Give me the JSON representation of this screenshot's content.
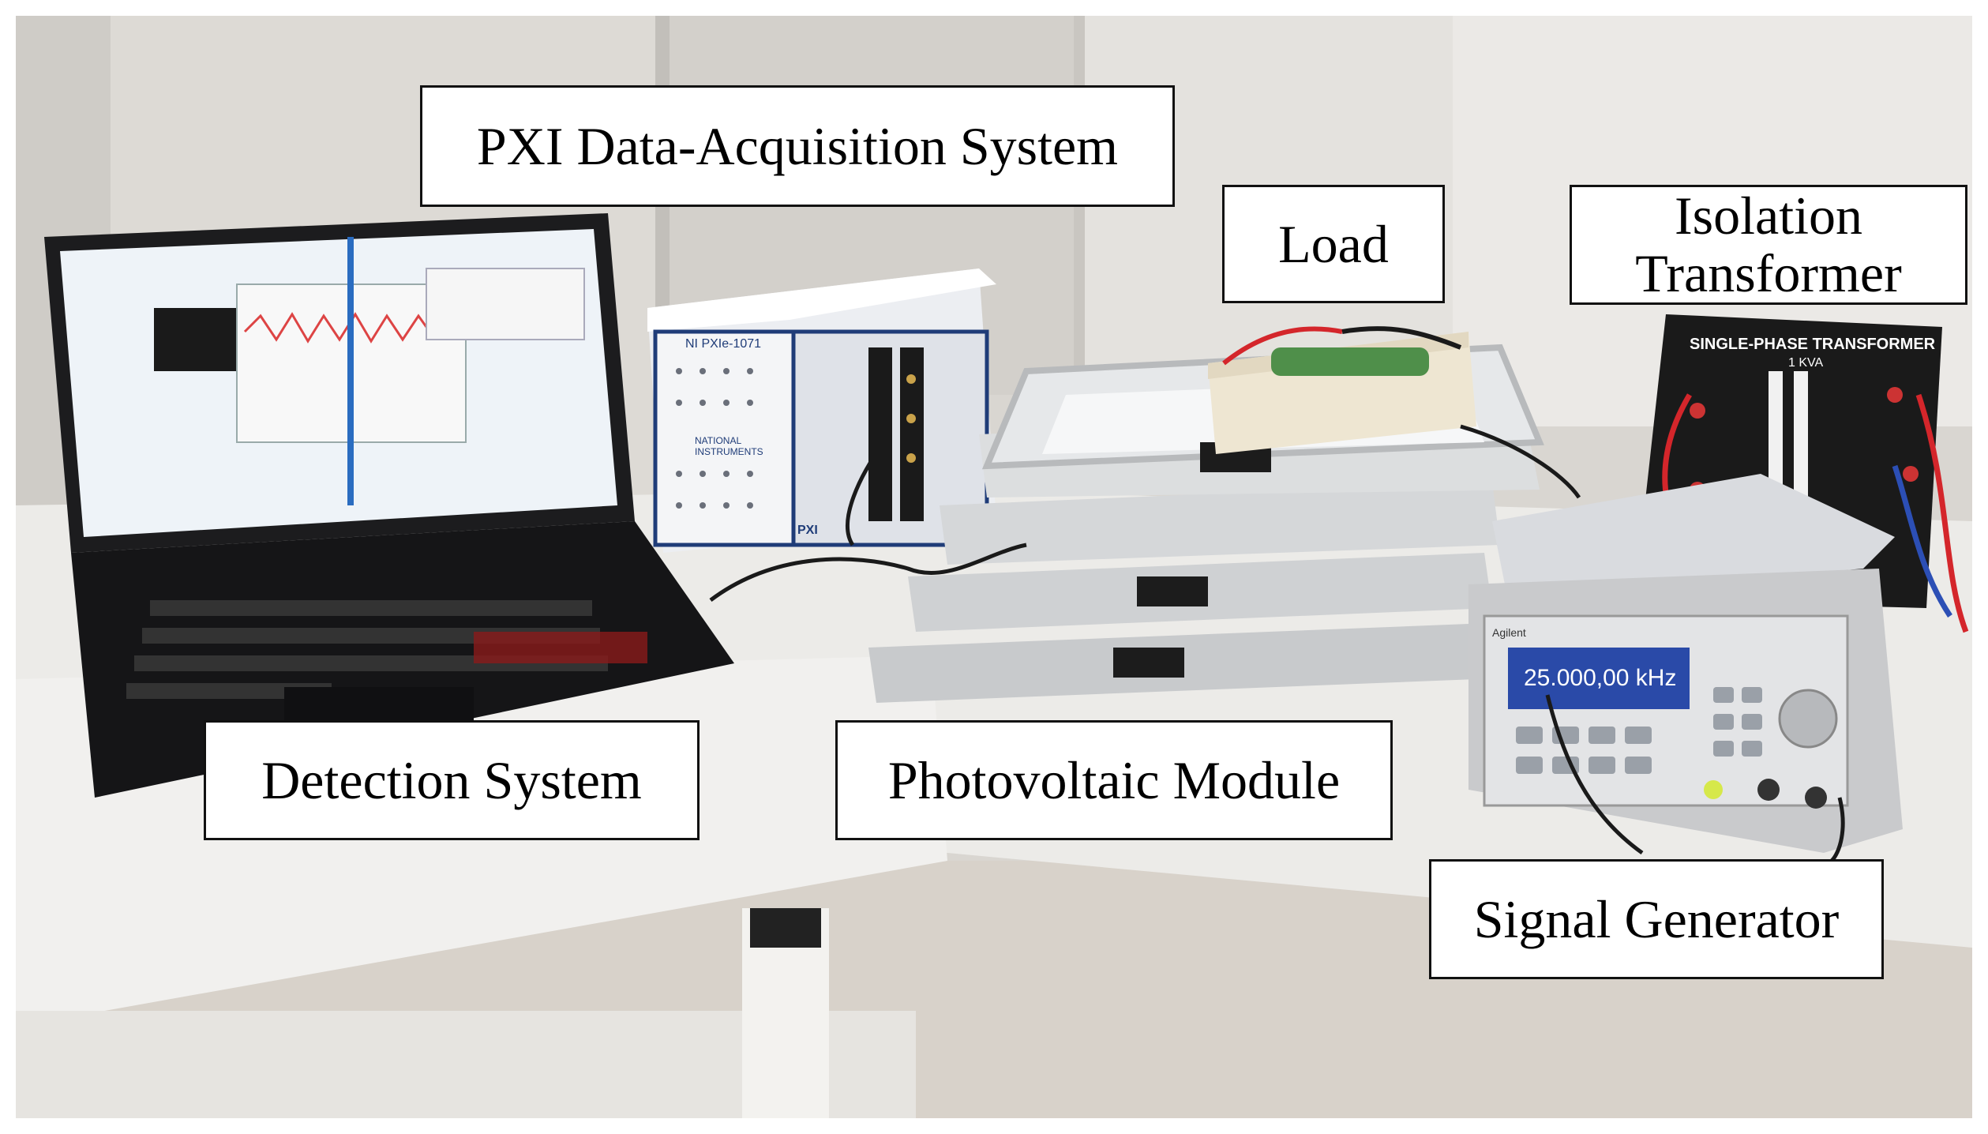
{
  "labels": {
    "pxi": "PXI Data-Acquisition System",
    "load": "Load",
    "isolation_line1": "Isolation",
    "isolation_line2": "Transformer",
    "detection": "Detection System",
    "photovoltaic": "Photovoltaic Module",
    "signal_generator": "Signal Generator"
  },
  "equipment_text": {
    "chassis_model": "NI PXIe-1071",
    "chassis_brand_line1": "NATIONAL",
    "chassis_brand_line2": "INSTRUMENTS",
    "chassis_badge": "PXI",
    "transformer_title": "SINGLE-PHASE TRANSFORMER",
    "transformer_rating": "1 KVA",
    "generator_brand": "Agilent",
    "generator_display": "25.000,00 kHz"
  },
  "colors": {
    "wall": "#d9d6d1",
    "table": "#ecebe8",
    "laptop_body": "#1c1c1e",
    "screen_bg": "#eef3f8",
    "chassis_blue": "#1f3c78",
    "pv_frame": "#cfd1d3",
    "transformer_panel": "#1a1a1a",
    "wire_red": "#d4262b",
    "wire_blue": "#2c4fb5",
    "generator_display": "#2a4aa8",
    "resistor_green": "#4f8f4a"
  }
}
